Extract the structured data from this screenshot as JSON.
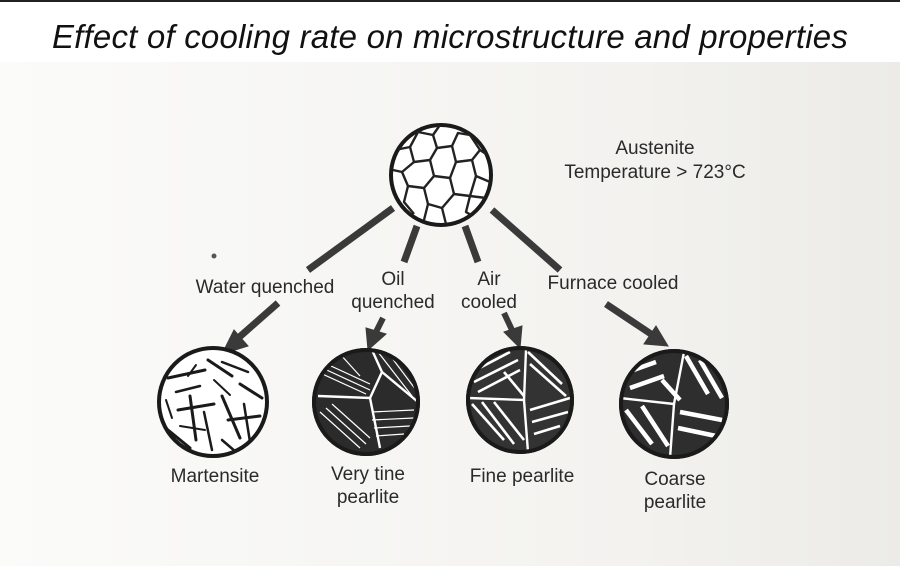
{
  "title": "Effect of cooling rate on microstructure and properties",
  "source": {
    "label_line1": "Austenite",
    "label_line2": "Temperature > 723°C"
  },
  "paths": [
    {
      "label": "Water quenched"
    },
    {
      "label": "Oil\nquenched"
    },
    {
      "label": "Air\ncooled"
    },
    {
      "label": "Furnace cooled"
    }
  ],
  "products": [
    {
      "label": "Martensite"
    },
    {
      "label": "Very tine\npearlite"
    },
    {
      "label": "Fine pearlite"
    },
    {
      "label": "Coarse\npearlite"
    }
  ]
}
